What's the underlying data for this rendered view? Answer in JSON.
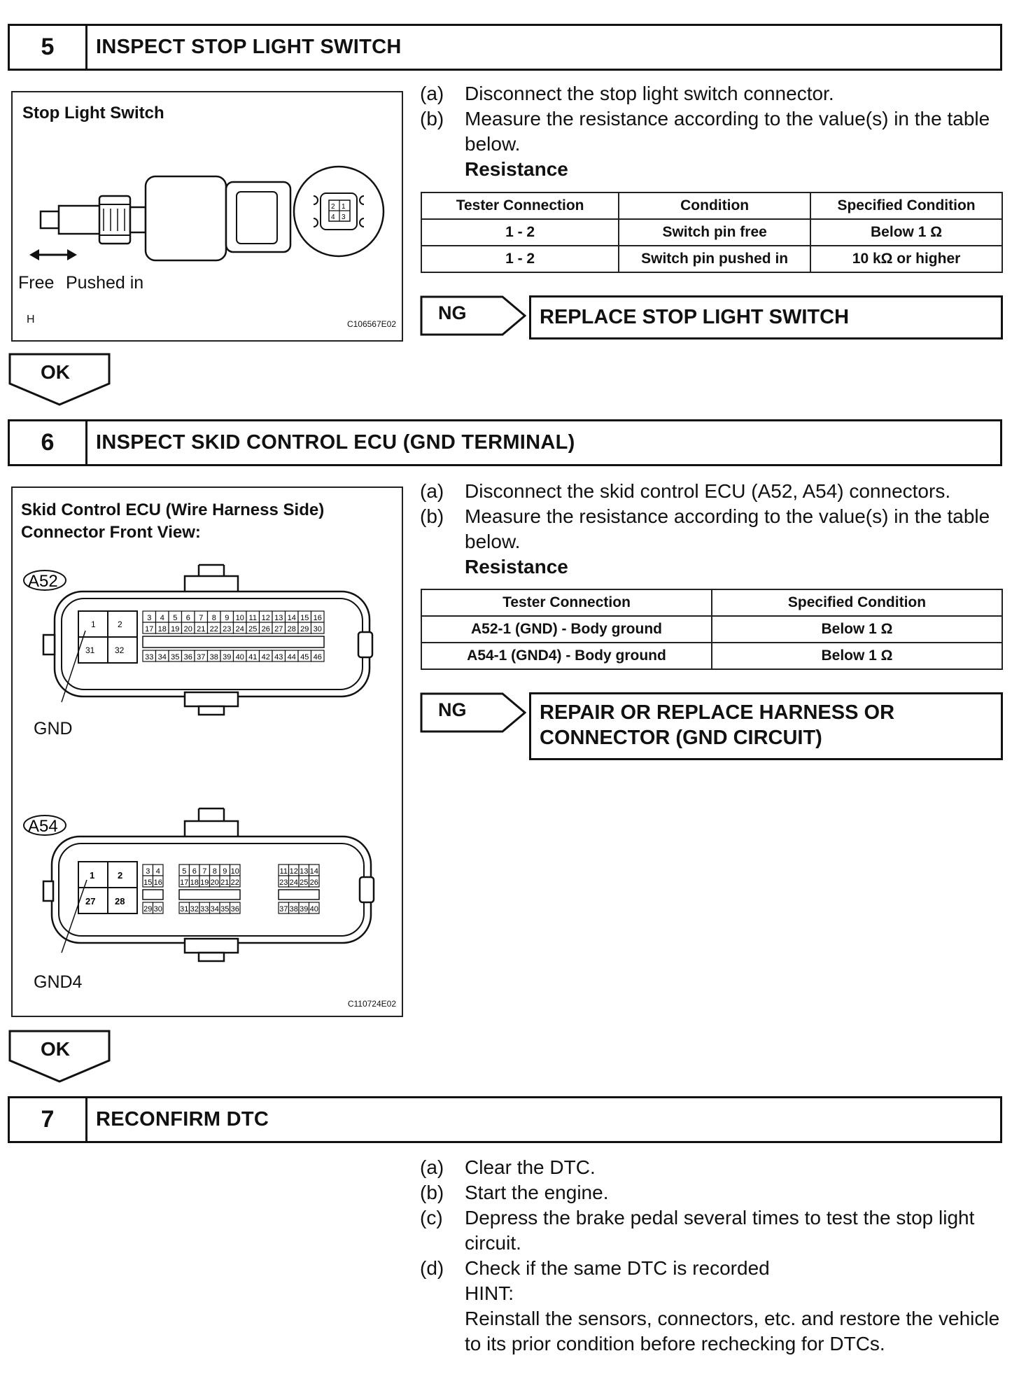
{
  "sections": [
    {
      "number": "5",
      "title": "INSPECT STOP LIGHT SWITCH",
      "figure": {
        "label": "Stop Light Switch",
        "free": "Free",
        "pushed": "Pushed in",
        "mark": "H",
        "code": "C106567E02",
        "pins": [
          "2",
          "1",
          "4",
          "3"
        ]
      },
      "steps": [
        {
          "letter": "(a)",
          "text": "Disconnect the stop light switch connector."
        },
        {
          "letter": "(b)",
          "text": "Measure the resistance according to the value(s) in the table below."
        }
      ],
      "table_title": "Resistance",
      "table": {
        "headers": [
          "Tester Connection",
          "Condition",
          "Specified Condition"
        ],
        "rows": [
          [
            "1 - 2",
            "Switch pin free",
            "Below 1 Ω"
          ],
          [
            "1 - 2",
            "Switch pin pushed in",
            "10 kΩ or higher"
          ]
        ]
      },
      "ng_label": "NG",
      "ng_action": "REPLACE STOP LIGHT SWITCH",
      "ok_label": "OK"
    },
    {
      "number": "6",
      "title": "INSPECT SKID CONTROL ECU (GND TERMINAL)",
      "figure": {
        "label_line1": "Skid Control ECU (Wire Harness Side)",
        "label_line2": "Connector Front View:",
        "conn1": "A52",
        "conn2": "A54",
        "gnd": "GND",
        "gnd4": "GND4",
        "code": "C110724E02",
        "a52_big": [
          "1",
          "2",
          "31",
          "32"
        ],
        "a52_top": [
          "3",
          "4",
          "5",
          "6",
          "7",
          "8",
          "9",
          "10",
          "11",
          "12",
          "13",
          "14",
          "15",
          "16"
        ],
        "a52_mid": [
          "17",
          "18",
          "19",
          "20",
          "21",
          "22",
          "23",
          "24",
          "25",
          "26",
          "27",
          "28",
          "29",
          "30"
        ],
        "a52_bot": [
          "33",
          "34",
          "35",
          "36",
          "37",
          "38",
          "39",
          "40",
          "41",
          "42",
          "43",
          "44",
          "45",
          "46"
        ],
        "a54_big": [
          "1",
          "2",
          "27",
          "28"
        ],
        "a54_g1_top": [
          "3",
          "4"
        ],
        "a54_g1_mid": [
          "15",
          "16"
        ],
        "a54_g1_bot": [
          "29",
          "30"
        ],
        "a54_g2_top": [
          "5",
          "6",
          "7",
          "8",
          "9",
          "10"
        ],
        "a54_g2_mid": [
          "17",
          "18",
          "19",
          "20",
          "21",
          "22"
        ],
        "a54_g2_bot": [
          "31",
          "32",
          "33",
          "34",
          "35",
          "36"
        ],
        "a54_g3_top": [
          "11",
          "12",
          "13",
          "14"
        ],
        "a54_g3_mid": [
          "23",
          "24",
          "25",
          "26"
        ],
        "a54_g3_bot": [
          "37",
          "38",
          "39",
          "40"
        ]
      },
      "steps": [
        {
          "letter": "(a)",
          "text": "Disconnect the skid control ECU (A52, A54) connectors."
        },
        {
          "letter": "(b)",
          "text": "Measure the resistance according to the value(s) in the table below."
        }
      ],
      "table_title": "Resistance",
      "table": {
        "headers": [
          "Tester Connection",
          "Specified Condition"
        ],
        "rows": [
          [
            "A52-1 (GND) - Body ground",
            "Below 1 Ω"
          ],
          [
            "A54-1 (GND4) - Body ground",
            "Below 1 Ω"
          ]
        ]
      },
      "ng_label": "NG",
      "ng_action_line1": "REPAIR OR REPLACE HARNESS OR",
      "ng_action_line2": "CONNECTOR (GND CIRCUIT)",
      "ok_label": "OK"
    },
    {
      "number": "7",
      "title": "RECONFIRM DTC",
      "steps": [
        {
          "letter": "(a)",
          "text": "Clear the DTC."
        },
        {
          "letter": "(b)",
          "text": "Start the engine."
        },
        {
          "letter": "(c)",
          "text": "Depress the brake pedal several times to test the stop light circuit."
        },
        {
          "letter": "(d)",
          "text": "Check if the same DTC is recorded"
        }
      ],
      "hint_label": "HINT:",
      "hint_text": "Reinstall the sensors, connectors, etc. and restore the vehicle to its prior condition before rechecking for DTCs."
    }
  ]
}
